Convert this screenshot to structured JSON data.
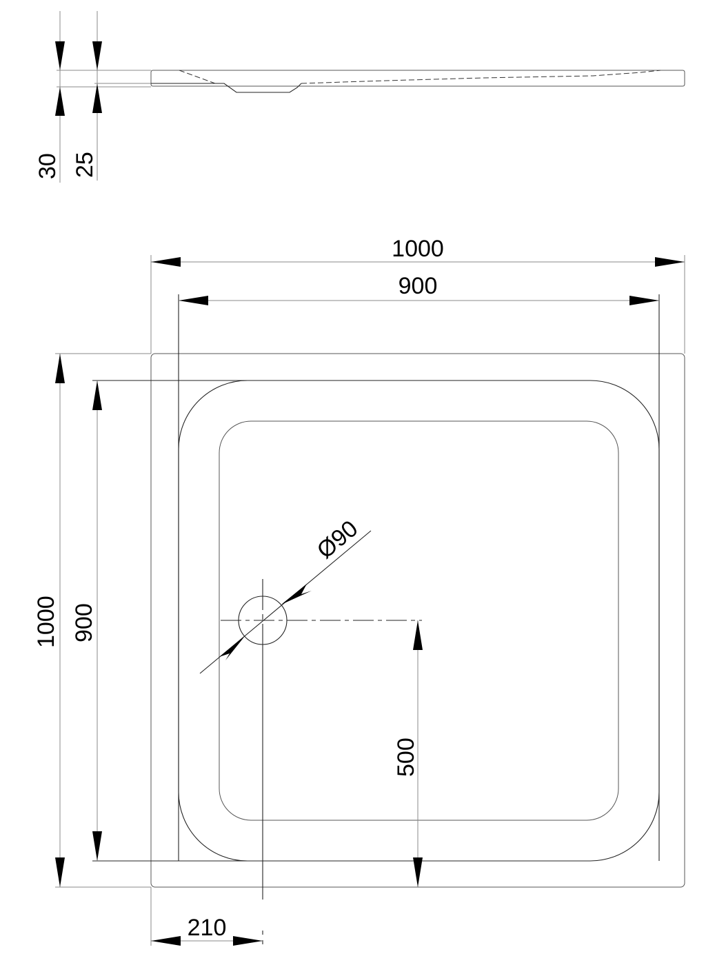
{
  "drawing": {
    "type": "technical-drawing",
    "subject": "square shower tray",
    "units": "mm",
    "side_view": {
      "dimensions": {
        "total_height": "30",
        "rim_height": "25"
      }
    },
    "top_view": {
      "dimensions": {
        "outer_width": "1000",
        "inner_width": "900",
        "outer_depth": "1000",
        "inner_depth": "900",
        "drain_diameter": "Ø90",
        "drain_offset_y": "500",
        "drain_offset_x": "210"
      }
    },
    "colors": {
      "background": "#ffffff",
      "line": "#222222",
      "thin_line": "#8a8a8a",
      "arrow": "#000000"
    }
  }
}
